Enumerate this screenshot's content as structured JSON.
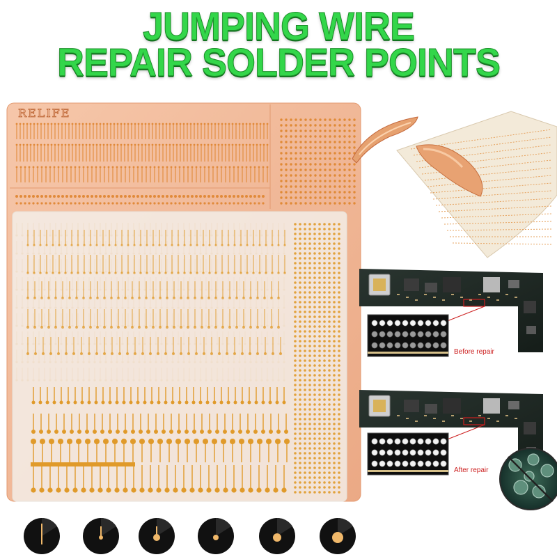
{
  "headline": {
    "line1": "JUMPING WIRE",
    "line2": "REPAIR SOLDER POINTS"
  },
  "brand": "RELIFE",
  "repair_labels": {
    "before": "Before repair",
    "after": "After repair"
  },
  "colors": {
    "headline_green": "#33d64a",
    "copper_sheet": "#f2b594",
    "solder_gold": "#e09a2a",
    "board_dark": "#1f2a24",
    "callout_red": "#cc1f1f"
  },
  "icons": [
    "pad-sample-1-icon",
    "pad-sample-2-icon",
    "pad-sample-3-icon",
    "pad-sample-4-icon",
    "pad-sample-5-icon",
    "pad-sample-6-icon"
  ]
}
